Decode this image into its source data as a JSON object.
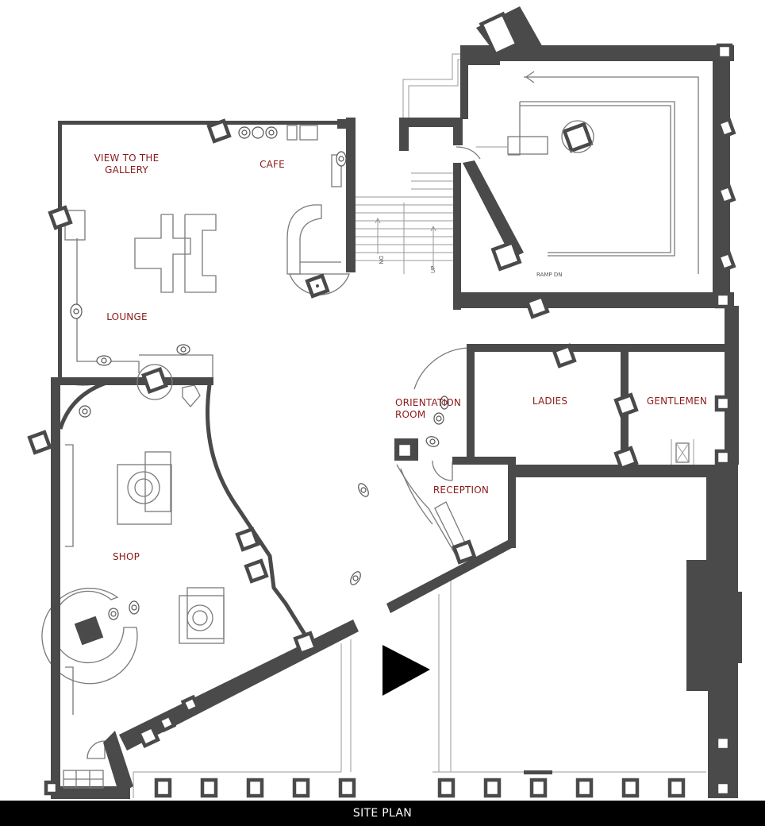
{
  "colors": {
    "wall": "#4a4a4a",
    "room_label": "#8b1a1a",
    "footer_bg": "#000000",
    "footer_text": "#ffffff",
    "entrance_arrow": "#000000"
  },
  "rooms": {
    "view_to_gallery": "VIEW TO THE\nGALLERY",
    "cafe": "CAFE",
    "lounge": "LOUNGE",
    "shop": "SHOP",
    "orientation_room": "ORIENTATION\nROOM",
    "ladies": "LADIES",
    "gentlemen": "GENTLEMEN",
    "reception": "RECEPTION"
  },
  "annotations": {
    "ramp": "RAMP DN",
    "stair_down": "DN",
    "stair_up": "UP"
  },
  "footer": {
    "title": "SITE PLAN"
  },
  "icons": {
    "entrance": "entrance-arrow-icon",
    "person": "person-figure-icon",
    "column": "column-icon"
  }
}
